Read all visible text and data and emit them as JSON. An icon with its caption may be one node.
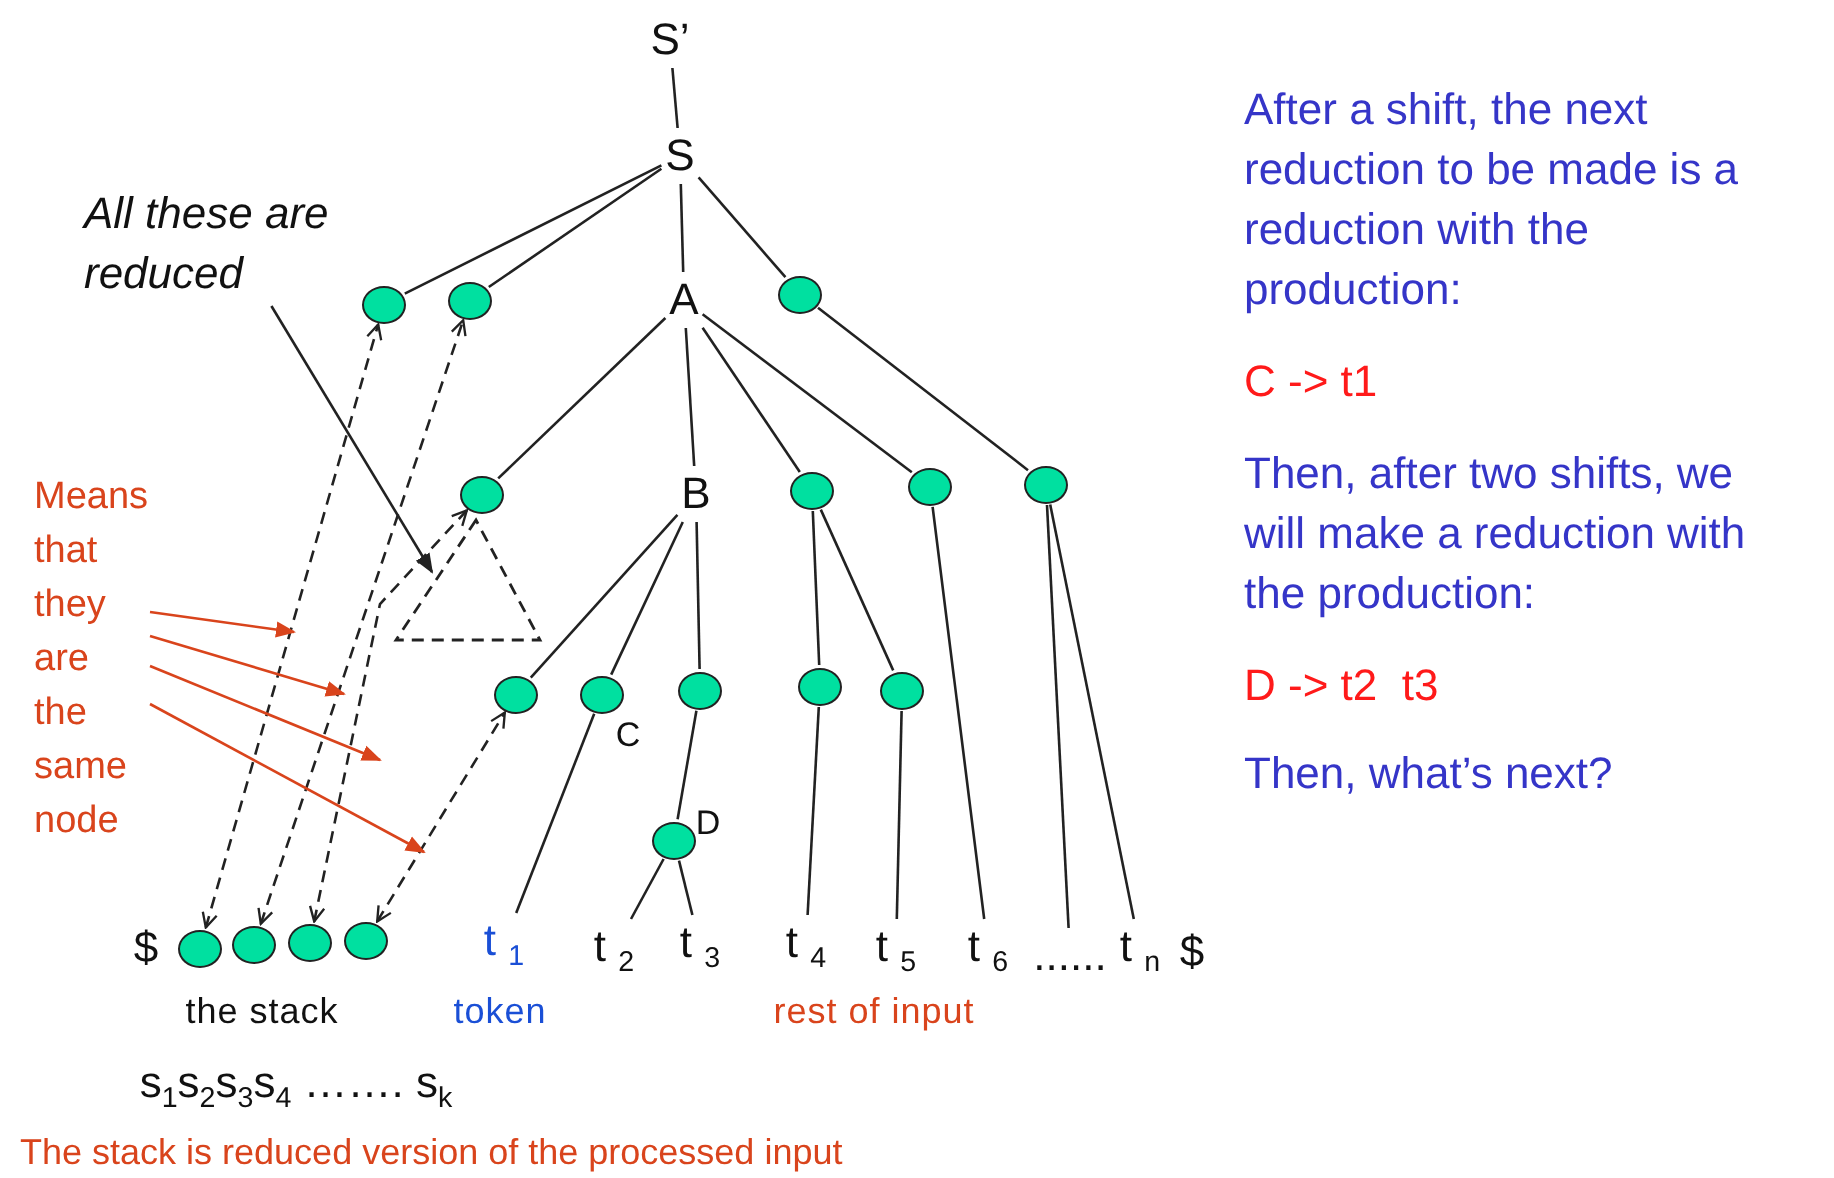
{
  "diagram": {
    "nodes": [
      {
        "text": [
          "S’"
        ]
      },
      {
        "text": [
          "S"
        ]
      },
      {
        "text": [],
        "shape": "circle"
      },
      {
        "text": [],
        "shape": "circle"
      },
      {
        "text": [
          "A"
        ]
      },
      {
        "text": [],
        "shape": "circle"
      },
      {
        "text": [],
        "shape": "circle"
      },
      {
        "text": [
          "B"
        ]
      },
      {
        "text": [],
        "shape": "circle"
      },
      {
        "text": [],
        "shape": "circle"
      },
      {
        "text": [],
        "shape": "circle"
      },
      {
        "text": [],
        "shape": "triangle"
      },
      {
        "text": [],
        "shape": "circle"
      },
      {
        "text": [],
        "shape": "circle",
        "beside": [
          "C"
        ]
      },
      {
        "text": [],
        "shape": "circle"
      },
      {
        "text": [],
        "shape": "circle"
      },
      {
        "text": [],
        "shape": "circle"
      },
      {
        "text": [],
        "shape": "circle",
        "beside": [
          "D"
        ]
      },
      {
        "text": [],
        "shape": "circle"
      },
      {
        "text": [],
        "shape": "circle"
      },
      {
        "text": [],
        "shape": "circle"
      },
      {
        "text": [],
        "shape": "circle"
      },
      {
        "text": [
          "t $_{1}$"
        ]
      },
      {
        "text": [
          "t $_{2}$"
        ]
      },
      {
        "text": [
          "t $_{3}$"
        ]
      },
      {
        "text": [
          "t $_{4}$"
        ]
      },
      {
        "text": [
          "t $_{5}$"
        ]
      },
      {
        "text": [
          "t $_{6}$"
        ]
      },
      {
        "text": [
          "......"
        ]
      },
      {
        "text": [
          "t $_{n}$"
        ]
      },
      {
        "text": [
          "All these are reduced"
        ]
      },
      {
        "text": [
          "Means that they are the same node"
        ]
      }
    ],
    "edges": [
      {
        "from": 0,
        "to": 1,
        "arrow": "none"
      },
      {
        "from": 1,
        "to": 2,
        "arrow": "none"
      },
      {
        "from": 1,
        "to": 3,
        "arrow": "none"
      },
      {
        "from": 1,
        "to": 4,
        "arrow": "none"
      },
      {
        "from": 1,
        "to": 5,
        "arrow": "none"
      },
      {
        "from": 4,
        "to": 6,
        "arrow": "none"
      },
      {
        "from": 4,
        "to": 7,
        "arrow": "none"
      },
      {
        "from": 4,
        "to": 8,
        "arrow": "none"
      },
      {
        "from": 4,
        "to": 9,
        "arrow": "none"
      },
      {
        "from": 5,
        "to": 10,
        "arrow": "none"
      },
      {
        "from": 7,
        "to": 12,
        "arrow": "none"
      },
      {
        "from": 7,
        "to": 13,
        "arrow": "none"
      },
      {
        "from": 7,
        "to": 14,
        "arrow": "none"
      },
      {
        "from": 8,
        "to": 15,
        "arrow": "none"
      },
      {
        "from": 8,
        "to": 16,
        "arrow": "none"
      },
      {
        "from": 9,
        "to": 27,
        "arrow": "none"
      },
      {
        "from": 10,
        "to": 28,
        "arrow": "none"
      },
      {
        "from": 10,
        "to": 29,
        "arrow": "none"
      },
      {
        "from": 13,
        "to": 22,
        "arrow": "none"
      },
      {
        "from": 14,
        "to": 17,
        "arrow": "none"
      },
      {
        "from": 17,
        "to": 23,
        "arrow": "none"
      },
      {
        "from": 17,
        "to": 24,
        "arrow": "none"
      },
      {
        "from": 15,
        "to": 25,
        "arrow": "none"
      },
      {
        "from": 16,
        "to": 26,
        "arrow": "none"
      },
      {
        "from": 18,
        "to": 2,
        "arrow": "both",
        "style": "dashed"
      },
      {
        "from": 19,
        "to": 3,
        "arrow": "both",
        "style": "dashed"
      },
      {
        "from": 20,
        "to": 6,
        "arrow": "both",
        "style": "dashed"
      },
      {
        "from": 21,
        "to": 12,
        "arrow": "both",
        "style": "dashed"
      },
      {
        "from": 30,
        "to": 11,
        "arrow": "to"
      },
      {
        "from": 31,
        "to": null,
        "arrow": "to",
        "color": "#d9441c"
      },
      {
        "from": 31,
        "to": null,
        "arrow": "to",
        "color": "#d9441c"
      },
      {
        "from": 31,
        "to": null,
        "arrow": "to",
        "color": "#d9441c"
      },
      {
        "from": 31,
        "to": null,
        "arrow": "to",
        "color": "#d9441c"
      }
    ],
    "labels": [
      "After a shift, the next reduction to be made is a reduction with the production:",
      "C -> t1",
      "Then, after two shifts, we will make a reduction with the production:",
      "D -> t2  t3",
      "Then, what’s next?",
      "$",
      "$",
      "the stack",
      "token",
      "rest of input",
      "s$_{1}$s$_{2}$s$_{3}$s$_{4}$ ……. s$_{k}$",
      "The stack is reduced version of the processed input"
    ]
  }
}
